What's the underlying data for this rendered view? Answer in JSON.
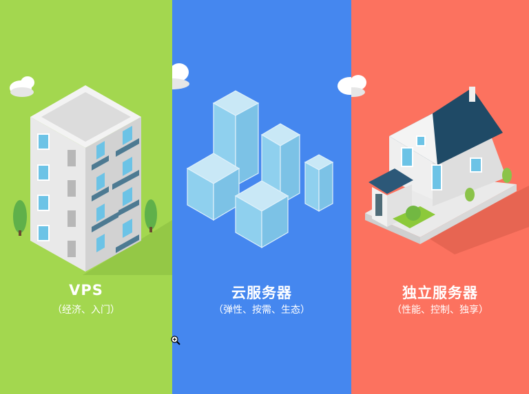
{
  "panels": [
    {
      "title": "VPS",
      "subtitle": "（经济、入门）",
      "color": "#a3d74f",
      "illustration": "apartment-building"
    },
    {
      "title": "云服务器",
      "subtitle": "（弹性、按需、生态）",
      "color": "#4587ef",
      "illustration": "glass-cube-cluster"
    },
    {
      "title": "独立服务器",
      "subtitle": "（性能、控制、独享）",
      "color": "#fc725f",
      "illustration": "detached-house"
    }
  ],
  "cursor": {
    "icon": "zoom-in-cursor-icon"
  }
}
